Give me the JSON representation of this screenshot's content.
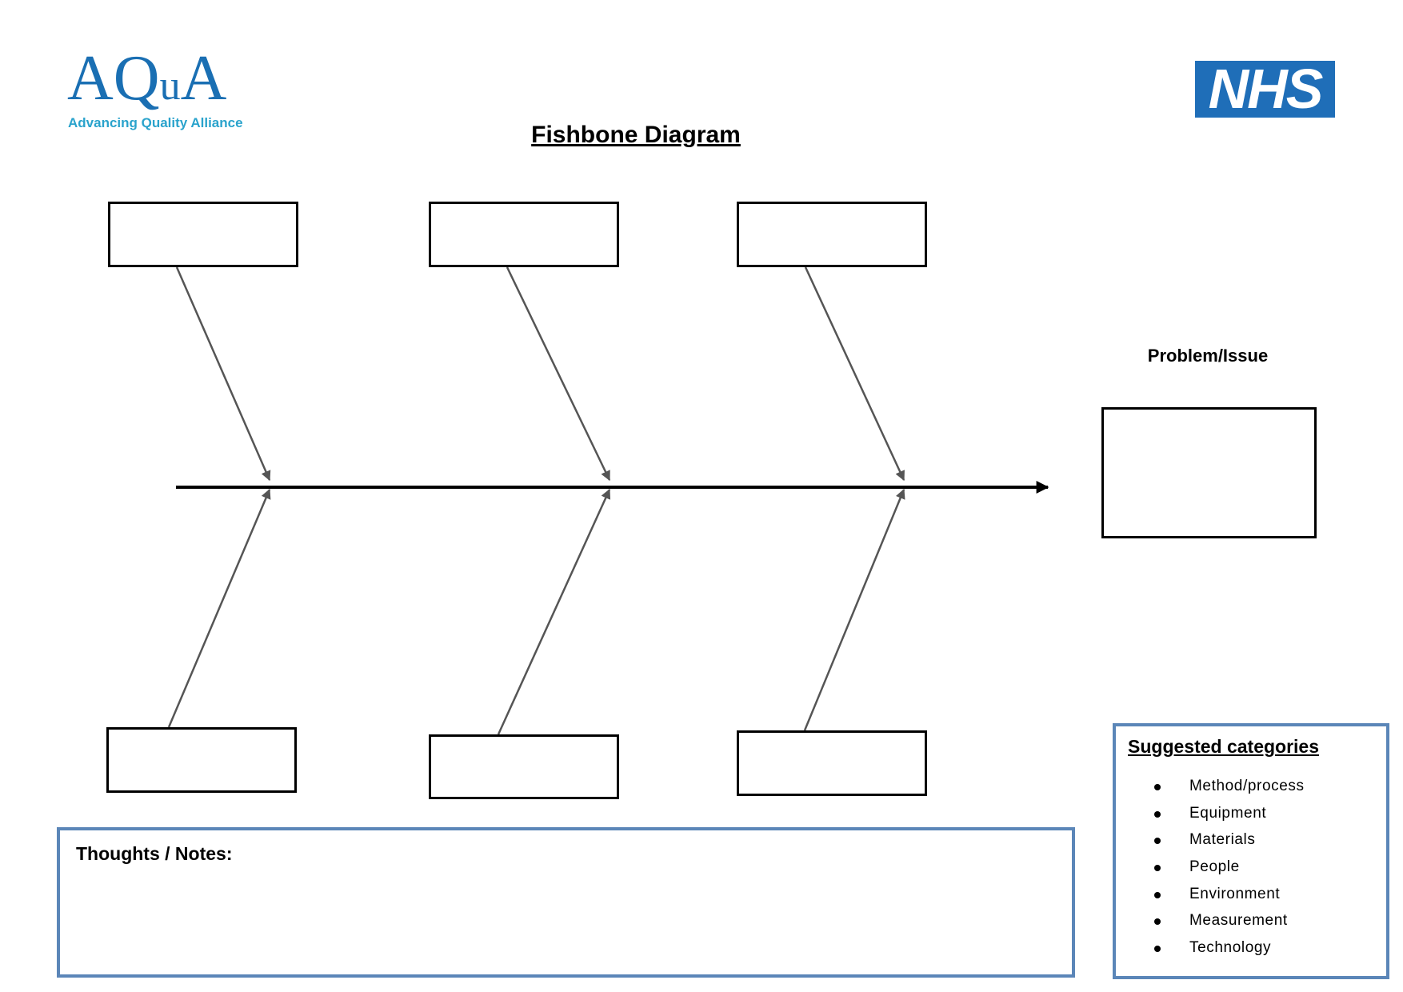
{
  "header": {
    "aqua_logo": {
      "letters": [
        "A",
        "Q",
        "u",
        "A"
      ],
      "tagline": "Advancing Quality Alliance"
    },
    "nhs_logo": {
      "text": "NHS"
    },
    "title": "Fishbone Diagram"
  },
  "diagram": {
    "problem_label": "Problem/Issue",
    "top_boxes": [
      "",
      "",
      ""
    ],
    "bottom_boxes": [
      "",
      "",
      ""
    ],
    "problem_box": ""
  },
  "notes": {
    "label": "Thoughts / Notes:",
    "value": ""
  },
  "suggested": {
    "title": "Suggested categories",
    "items": [
      "Method/process",
      "Equipment",
      "Materials",
      "People",
      "Environment",
      "Measurement",
      "Technology"
    ]
  },
  "colors": {
    "frame_blue": "#5b86b8",
    "aqua_blue": "#1a6fb3",
    "aqua_tag": "#2aa3cc",
    "nhs_blue": "#1f6eb8",
    "bone_gray": "#555555",
    "spine": "#000000"
  }
}
